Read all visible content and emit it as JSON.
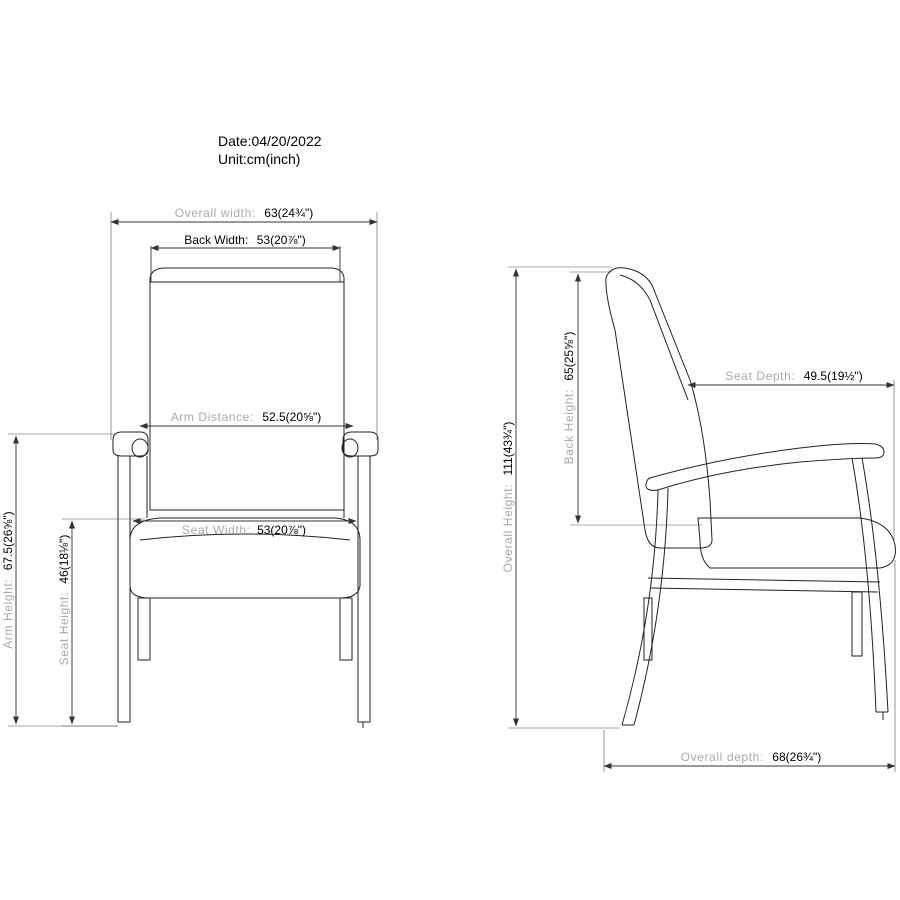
{
  "header": {
    "date": "Date:04/20/2022",
    "unit": "Unit:cm(inch)"
  },
  "dimensions": {
    "overall_width": {
      "label": "Overall width:",
      "value": "63(24¾\")"
    },
    "back_width": {
      "label": "Back Width:",
      "value": "53(20⅞\")"
    },
    "arm_distance": {
      "label": "Arm Distance:",
      "value": "52.5(20⅝\")"
    },
    "seat_width": {
      "label": "Seat Width:",
      "value": "53(20⅞\")"
    },
    "arm_height": {
      "label": "Arm Height:",
      "value": "67.5(26⅝\")"
    },
    "seat_height": {
      "label": "Seat Height:",
      "value": "46(18⅛\")"
    },
    "overall_height": {
      "label": "Overall Height:",
      "value": "111(43¾\")"
    },
    "back_height": {
      "label": "Back Height:",
      "value": "65(25⅝\")"
    },
    "seat_depth": {
      "label": "Seat Depth:",
      "value": "49.5(19½\")"
    },
    "overall_depth": {
      "label": "Overall depth:",
      "value": "68(26¾\")"
    }
  }
}
